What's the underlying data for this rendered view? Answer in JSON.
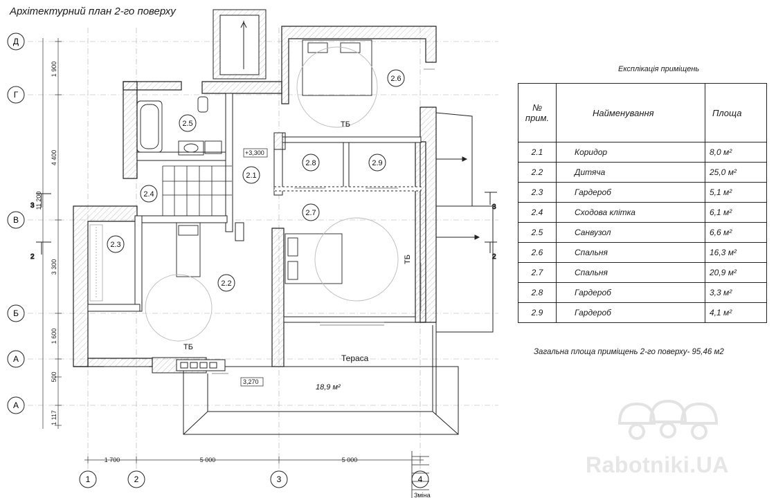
{
  "title": "Архітектурний план 2-го поверху",
  "axes": {
    "rows": [
      "Д",
      "Г",
      "В",
      "Б",
      "А",
      "А"
    ],
    "cols": [
      "1",
      "2",
      "3",
      "4"
    ]
  },
  "dimensions": {
    "vertical_left": [
      "1 900",
      "4 400",
      "11 200",
      "3 300",
      "1 600",
      "500",
      "1 117"
    ],
    "bottom": [
      "1 700",
      "5 000",
      "5 000"
    ]
  },
  "section_marks": [
    "3",
    "2",
    "3",
    "2"
  ],
  "rooms": [
    {
      "id": "2.1"
    },
    {
      "id": "2.2"
    },
    {
      "id": "2.3"
    },
    {
      "id": "2.4"
    },
    {
      "id": "2.5"
    },
    {
      "id": "2.6"
    },
    {
      "id": "2.7"
    },
    {
      "id": "2.8"
    },
    {
      "id": "2.9"
    }
  ],
  "labels": {
    "tb": "ТБ",
    "level_main": "+3,300",
    "level_terrace": "3,270",
    "terrace_name": "Тераса",
    "terrace_area": "18,9 м²",
    "bottom_cut": "Зміна"
  },
  "explication": {
    "caption": "Експлікація приміщень",
    "headers": {
      "num": "№ прим.",
      "name": "Найменування",
      "area": "Площа"
    },
    "rows": [
      {
        "num": "2.1",
        "name": "Коридор",
        "area": "8,0 м²"
      },
      {
        "num": "2.2",
        "name": "Дитяча",
        "area": "25,0 м²"
      },
      {
        "num": "2.3",
        "name": "Гардероб",
        "area": "5,1 м²"
      },
      {
        "num": "2.4",
        "name": "Сходова клітка",
        "area": "6,1 м²"
      },
      {
        "num": "2.5",
        "name": "Санвузол",
        "area": "6,6 м²"
      },
      {
        "num": "2.6",
        "name": "Спальня",
        "area": "16,3 м²"
      },
      {
        "num": "2.7",
        "name": "Спальня",
        "area": "20,9 м²"
      },
      {
        "num": "2.8",
        "name": "Гардероб",
        "area": "3,3 м²"
      },
      {
        "num": "2.9",
        "name": "Гардероб",
        "area": "4,1 м²"
      }
    ]
  },
  "total_area": "Загальна площа приміщень 2-го поверху- 95,46 м2",
  "watermark": "Rabotniki.UA"
}
